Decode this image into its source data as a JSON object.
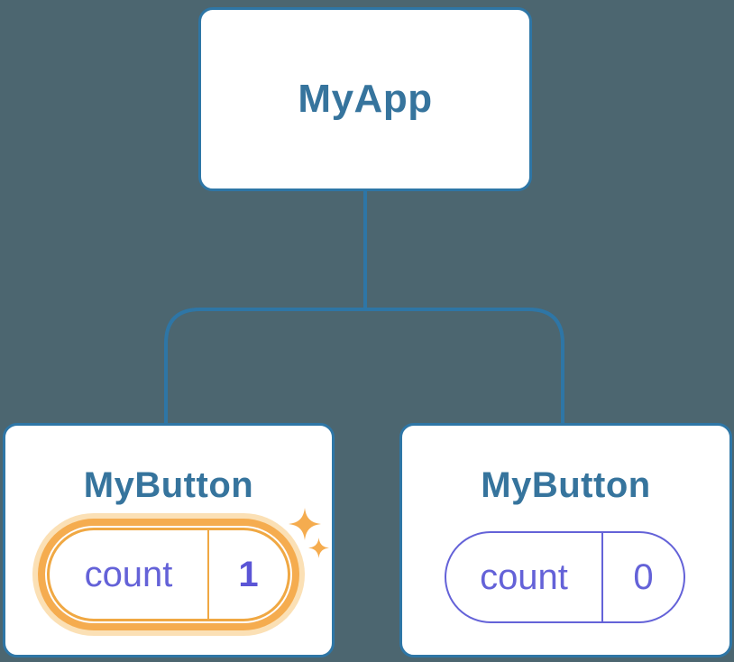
{
  "diagram": {
    "type": "component-tree",
    "background_color": "#4C6670",
    "node_border_color": "#2E76A6",
    "connector_color": "#2E76A6",
    "title_color": "#36749D",
    "state_text_color": "#6462D8",
    "highlight_color": "#F5AC4F",
    "highlight_glow_color": "#FBE0B5",
    "root": {
      "label": "MyApp"
    },
    "children": [
      {
        "label": "MyButton",
        "state_name": "count",
        "state_value": "1",
        "highlighted": true
      },
      {
        "label": "MyButton",
        "state_name": "count",
        "state_value": "0",
        "highlighted": false
      }
    ]
  }
}
